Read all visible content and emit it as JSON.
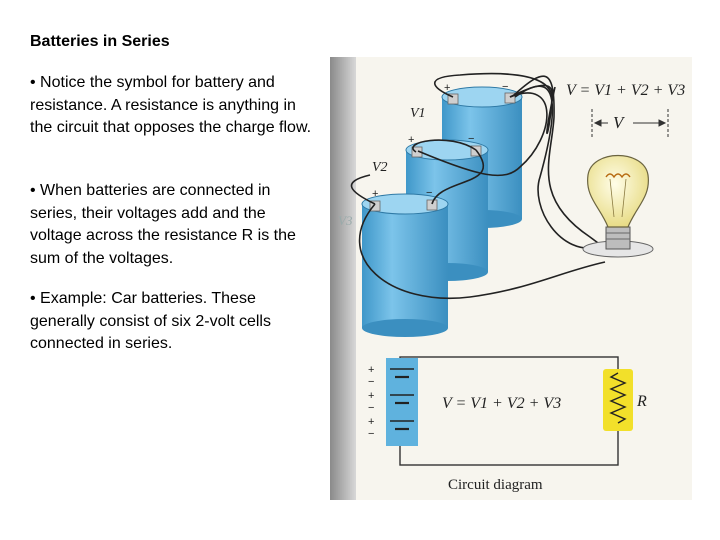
{
  "slide": {
    "title": "Batteries in Series",
    "bullets": [
      "• Notice the symbol for battery and resistance. A resistance is anything in the circuit that opposes the charge flow.",
      "• When batteries are connected in series, their voltages add and the voltage across the resistance R is the sum of the voltages.",
      "• Example: Car batteries. These generally consist of six 2-volt cells connected in series."
    ]
  },
  "figure": {
    "top_equation": "V = V1 + V2 + V3",
    "voltage_label": "V",
    "battery_labels": [
      "V1",
      "V2",
      "V3"
    ],
    "terminal_plus": "+",
    "terminal_minus": "−",
    "circuit_equation": "V = V1 + V2 + V3",
    "resistor_label": "R",
    "caption": "Circuit diagram",
    "colors": {
      "battery": "#5aaedc",
      "battery_dark": "#3b8fc0",
      "battery_panel": "#5fb2de",
      "resistor_highlight": "#f2e02a",
      "bulb_glass": "#fbf6c8",
      "paper": "#f7f5ee",
      "page_edge": "#9c9c9c"
    }
  }
}
